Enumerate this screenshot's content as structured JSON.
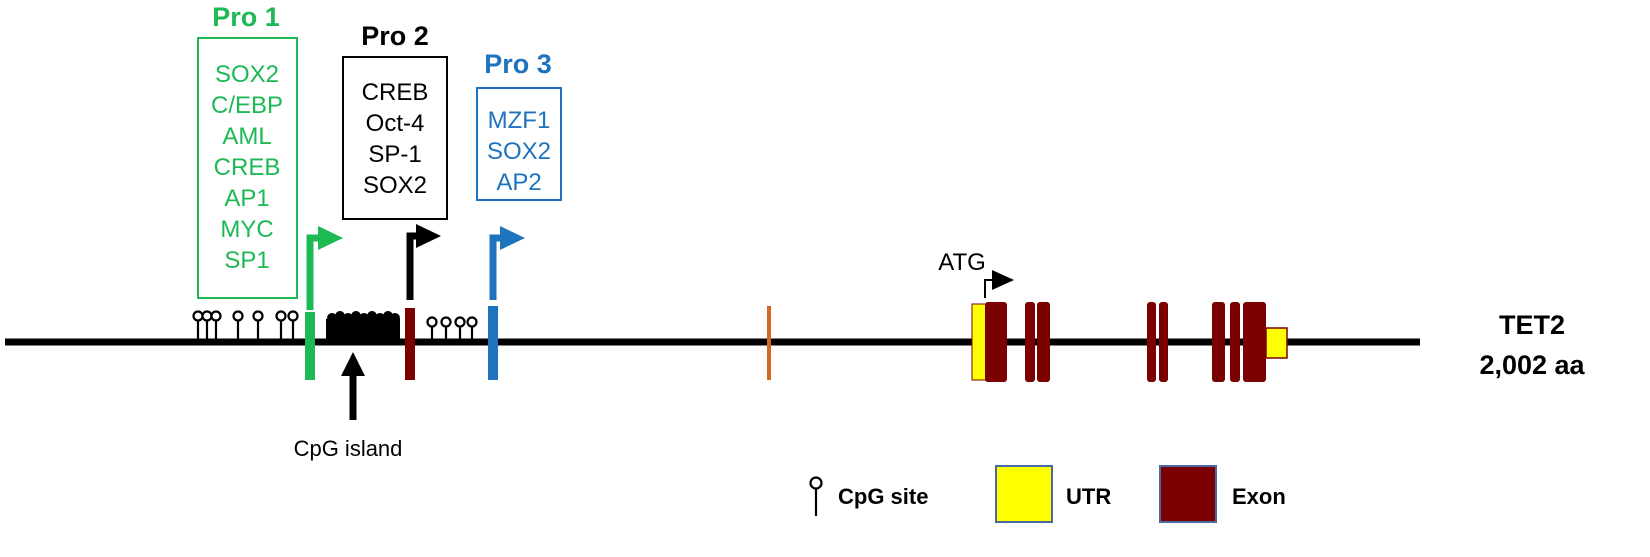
{
  "gene": {
    "name": "TET2",
    "length": "2,002 aa"
  },
  "promoters": [
    {
      "id": "pro1",
      "title": "Pro 1",
      "color": "#1db954",
      "factors": [
        "SOX2",
        "C/EBP",
        "AML",
        "CREB",
        "AP1",
        "MYC",
        "SP1"
      ]
    },
    {
      "id": "pro2",
      "title": "Pro 2",
      "color": "#000000",
      "factors": [
        "CREB",
        "Oct-4",
        "SP-1",
        "SOX2"
      ]
    },
    {
      "id": "pro3",
      "title": "Pro 3",
      "color": "#1e73be",
      "factors": [
        "MZF1",
        "SOX2",
        "AP2"
      ]
    }
  ],
  "labels": {
    "atg": "ATG",
    "cpg_island": "CpG island"
  },
  "legend": {
    "cpg_site": "CpG site",
    "utr": "UTR",
    "exon": "Exon"
  },
  "colors": {
    "exon": "#7b0000",
    "utr": "#ffff00",
    "green": "#1db954",
    "blue": "#1e73be",
    "orange": "#d2691e"
  }
}
